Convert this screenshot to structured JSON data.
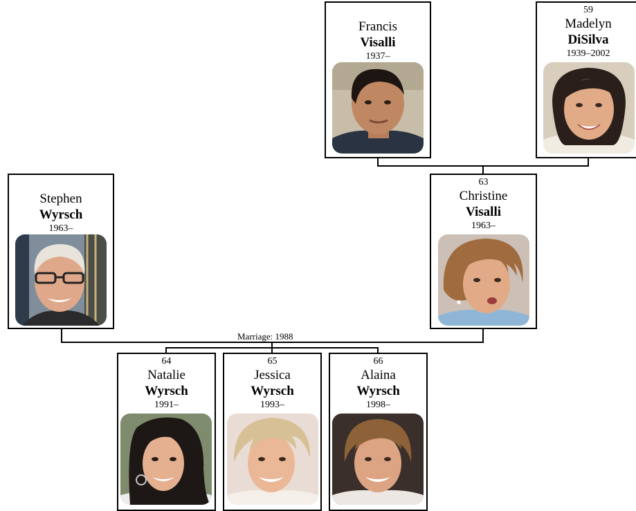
{
  "people": {
    "francis": {
      "first": "Francis",
      "last": "Visalli",
      "years": "1937–",
      "num": ""
    },
    "madelyn": {
      "first": "Madelyn",
      "last": "DiSilva",
      "years": "1939–2002",
      "num": "59"
    },
    "stephen": {
      "first": "Stephen",
      "last": "Wyrsch",
      "years": "1963–",
      "num": ""
    },
    "christine": {
      "first": "Christine",
      "last": "Visalli",
      "years": "1963–",
      "num": "63"
    },
    "natalie": {
      "first": "Natalie",
      "last": "Wyrsch",
      "years": "1991–",
      "num": "64"
    },
    "jessica": {
      "first": "Jessica",
      "last": "Wyrsch",
      "years": "1993–",
      "num": "65"
    },
    "alaina": {
      "first": "Alaina",
      "last": "Wyrsch",
      "years": "1998–",
      "num": "66"
    }
  },
  "marriage": {
    "label": "Marriage: 1988"
  },
  "photo_colors": {
    "skin_male": "#c9906c",
    "skin_female": "#e2b08c",
    "hair_dark": "#1e1714",
    "hair_blonde": "#d8c096",
    "hair_brown": "#8e6238"
  }
}
